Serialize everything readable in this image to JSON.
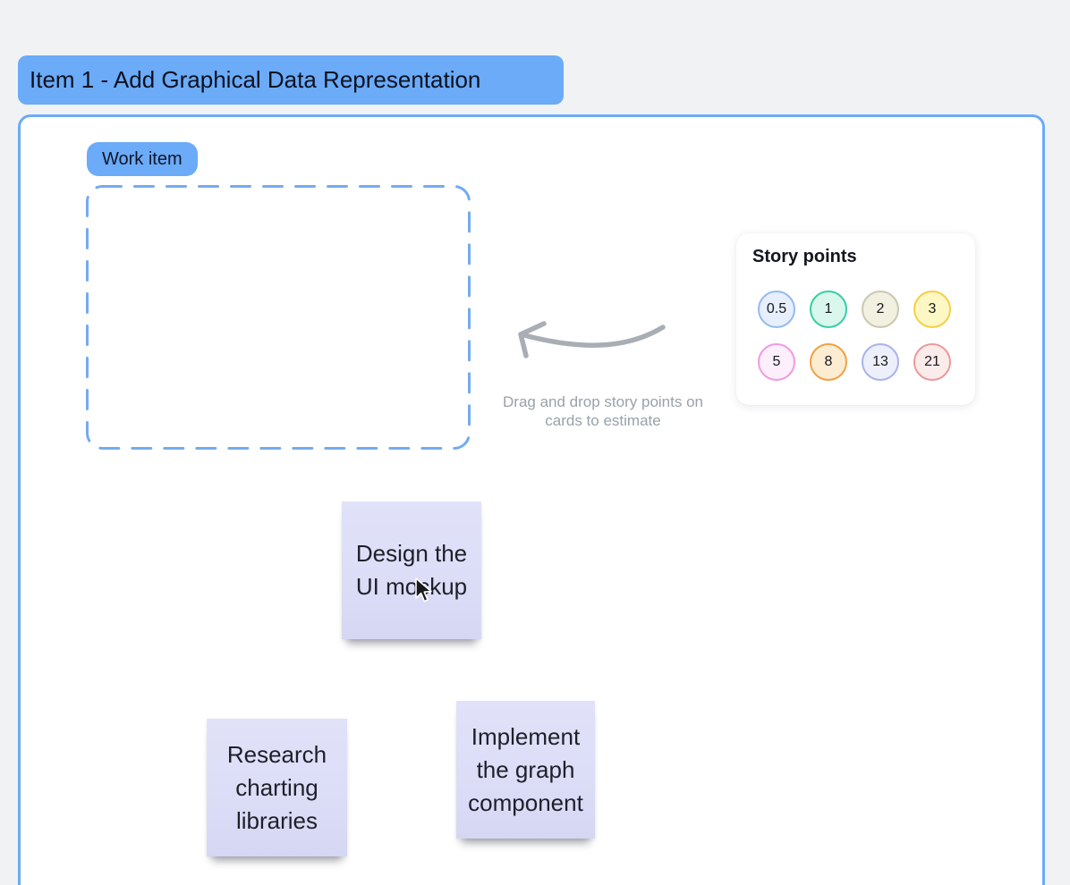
{
  "page": {
    "background_color": "#f0f2f4",
    "accent_color": "#6babf8",
    "note_color": "#dcddf7"
  },
  "title": {
    "label": "Item 1 - Add Graphical Data Representation"
  },
  "work_item": {
    "label": "Work item"
  },
  "annotation": {
    "line1": "Drag and drop story points on",
    "line2": "cards to estimate"
  },
  "story_points": {
    "title": "Story points",
    "points": [
      {
        "label": "0.5",
        "fill": "#e7effc",
        "border": "#94bbf0"
      },
      {
        "label": "1",
        "fill": "#d9f7ec",
        "border": "#35cfa5"
      },
      {
        "label": "2",
        "fill": "#f2f0e1",
        "border": "#cbc8b0"
      },
      {
        "label": "3",
        "fill": "#fdf7c4",
        "border": "#f5cf45"
      },
      {
        "label": "5",
        "fill": "#fdeffb",
        "border": "#f09ae0"
      },
      {
        "label": "8",
        "fill": "#fcecd2",
        "border": "#f0a144"
      },
      {
        "label": "13",
        "fill": "#edeffb",
        "border": "#aab3ea"
      },
      {
        "label": "21",
        "fill": "#fcebeb",
        "border": "#e99b9b"
      }
    ]
  },
  "notes": [
    {
      "lines": [
        "Design the",
        "UI mockup"
      ]
    },
    {
      "lines": [
        "Research",
        "charting",
        "libraries"
      ]
    },
    {
      "lines": [
        "Implement",
        "the graph",
        "component"
      ]
    }
  ]
}
